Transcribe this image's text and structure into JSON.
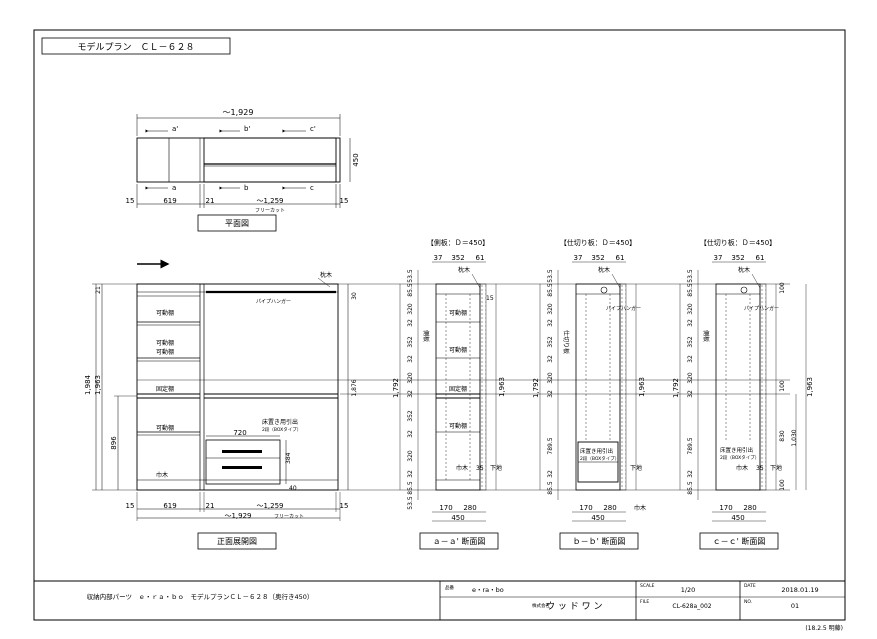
{
  "title": "モデルプラン　ＣＬ－６２８",
  "plan": {
    "total_width": "～1,929",
    "depth": "450",
    "section_marks": {
      "a_top": "a'",
      "b_top": "b'",
      "c_top": "c'",
      "a_bottom": "a",
      "b_bottom": "b",
      "c_bottom": "c"
    },
    "dims": [
      "15",
      "619",
      "21",
      "～1,259",
      "15"
    ],
    "free_cut": "フリーカット",
    "label": "平面図"
  },
  "front": {
    "label": "正面展開図",
    "callout_top_right": "枕木",
    "pipe_hanger": "パイプハンガー",
    "movable_shelves": [
      "可動棚",
      "可動棚",
      "可動棚"
    ],
    "fixed_shelf": "固定棚",
    "movable_shelf_low": "可動棚",
    "drawer": {
      "title": "床置き用引出",
      "sub": "2段（BOXタイプ）",
      "width": "720",
      "height": "384",
      "base": "40"
    },
    "base_label": "巾木",
    "height_total": "1,984",
    "height_inner": "1,963",
    "height_low": "896",
    "top_gap": "21",
    "right_top": "30",
    "right_mid": "1,876",
    "bottom_dims": [
      "15",
      "619",
      "21",
      "～1,259",
      "15"
    ],
    "bottom_total": "～1,929",
    "free_cut": "フリーカット"
  },
  "section_a": {
    "header": "【側板：Ｄ＝450】",
    "label": "ａ－ａ' 断面図",
    "top_dims": [
      "37",
      "352",
      "61"
    ],
    "callout_top": "枕木",
    "right_small": "15",
    "left_dims": [
      "53.5",
      "85.5",
      "320",
      "32",
      "352",
      "32",
      "320",
      "32",
      "352",
      "32",
      "320",
      "32",
      "85.5",
      "53.5"
    ],
    "side_label": "側板",
    "shelves": [
      "可動棚",
      "可動棚",
      "固定棚",
      "可動棚"
    ],
    "inner_left": "1,792",
    "right_total": "1,963",
    "bottom_callouts": [
      "巾木",
      "35",
      "下地"
    ],
    "bottom_dims": [
      "170",
      "280"
    ],
    "bottom_total": "450"
  },
  "section_b": {
    "header": "【仕切り板：Ｄ＝450】",
    "label": "ｂ－ｂ' 断面図",
    "top_dims": [
      "37",
      "352",
      "61"
    ],
    "callout_top": "枕木",
    "pipe": "パイプハンガー",
    "left_dims": [
      "53.5",
      "85.5",
      "320",
      "32",
      "352",
      "32",
      "320",
      "32",
      "789.5",
      "32",
      "85.5"
    ],
    "side_label": "仕切り板",
    "inner_left": "1,792",
    "right_total": "1,963",
    "drawer_title": "床置き用引出",
    "drawer_sub": "2段（BOXタイプ）",
    "bottom_callouts": [
      "下地",
      "巾木"
    ],
    "bottom_dims": [
      "170",
      "280"
    ],
    "bottom_total": "450"
  },
  "section_c": {
    "header": "【仕切り板：Ｄ＝450】",
    "label": "ｃ－ｃ' 断面図",
    "top_dims": [
      "37",
      "352",
      "61"
    ],
    "callout_top": "枕木",
    "pipe": "パイプハンガー",
    "left_dims": [
      "53.5",
      "85.5",
      "320",
      "32",
      "352",
      "32",
      "320",
      "32",
      "789.5",
      "32",
      "85.5"
    ],
    "side_label": "側板",
    "inner_left": "1,792",
    "right_dims": [
      "100",
      "100",
      "830",
      "1,030",
      "100"
    ],
    "right_total": "1,963",
    "drawer_title": "床置き用引出",
    "drawer_sub": "2段（BOXタイプ）",
    "bottom_callouts": [
      "巾木",
      "35",
      "下地"
    ],
    "bottom_dims": [
      "170",
      "280"
    ],
    "bottom_total": "450"
  },
  "title_block": {
    "description": "収納内部パーツ　ｅ・ｒａ・ｂｏ　モデルプランＣＬ－６２８（奥行き450）",
    "product_key": "品番",
    "product": "e・ra・bo",
    "company_key": "株式会社",
    "company": "ウ ッ ド ワ ン",
    "scale_key": "SCALE",
    "scale": "1/20",
    "file_key": "FILE",
    "file": "CL-628a_002",
    "date_key": "DATE",
    "date": "2018.01.19",
    "no_key": "NO.",
    "no": "01",
    "revision": "(18.2.5 明藤)"
  }
}
